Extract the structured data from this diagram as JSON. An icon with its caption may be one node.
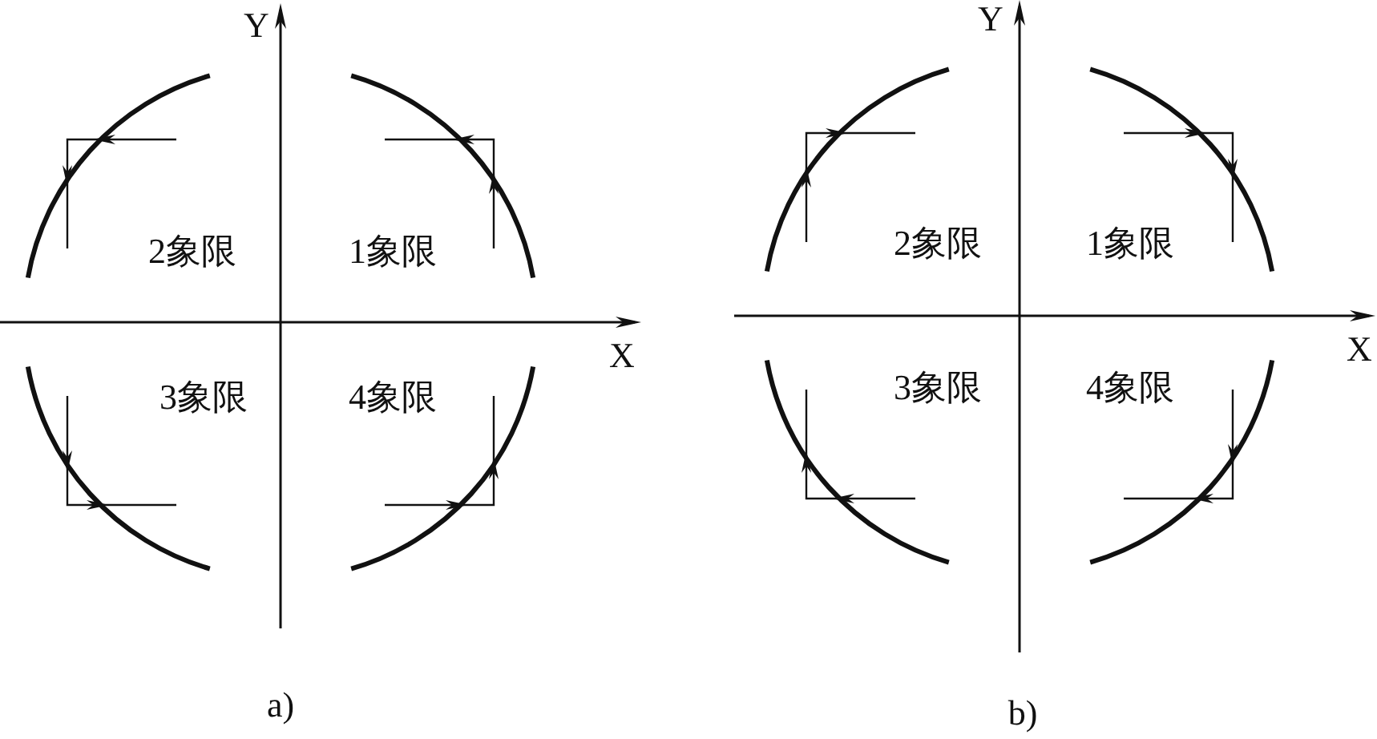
{
  "diagram": {
    "labels": [
      "Y",
      "Y",
      "2象限",
      "1象限",
      "2象限",
      "1象限",
      "X",
      "X",
      "3象限",
      "4象限",
      "3象限",
      "4象限",
      "a)",
      "b)"
    ]
  }
}
